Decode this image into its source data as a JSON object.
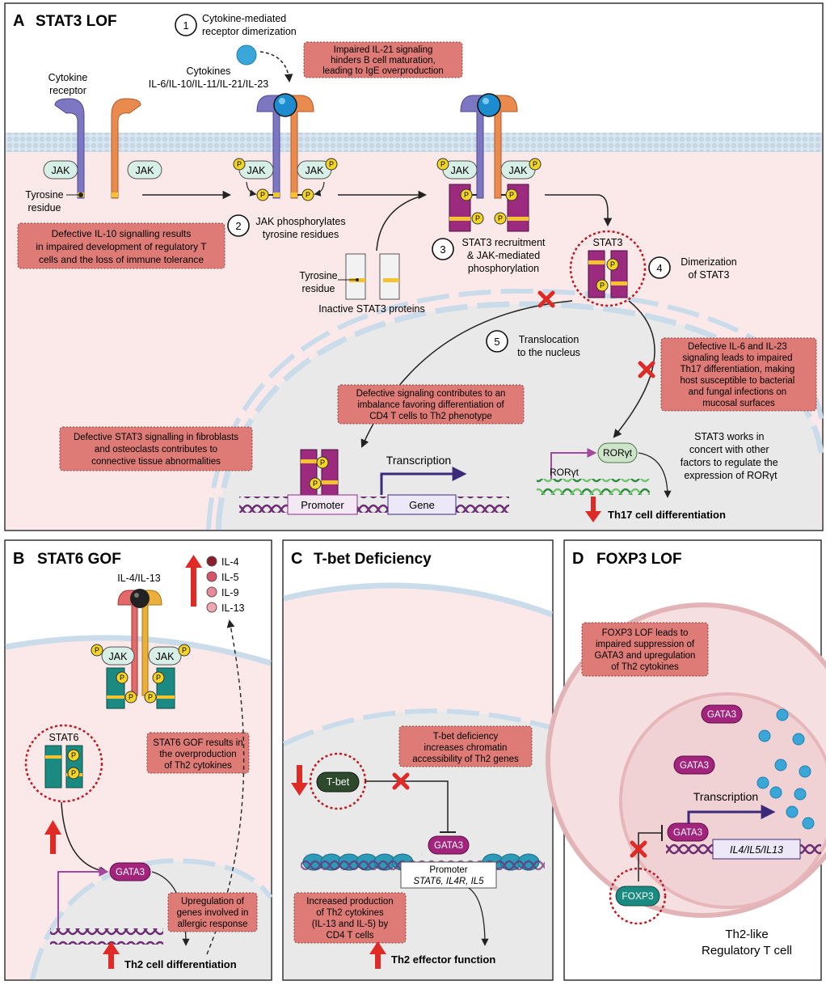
{
  "panelA": {
    "letter": "A",
    "title": "STAT3 LOF",
    "step1": {
      "num": "1",
      "line1": "Cytokine-mediated",
      "line2": "receptor dimerization"
    },
    "cytokines": {
      "line1": "Cytokines",
      "line2": "IL-6/IL-10/IL-11/IL-21/IL-23"
    },
    "receptor_label": {
      "line1": "Cytokine",
      "line2": "receptor"
    },
    "jak": "JAK",
    "p": "P",
    "tyrosine": {
      "line1": "Tyrosine",
      "line2": "residue"
    },
    "step2": {
      "num": "2",
      "line1": "JAK phosphorylates",
      "line2": "tyrosine residues"
    },
    "step3": {
      "num": "3",
      "line1": "STAT3 recruitment",
      "line2": "& JAK-mediated",
      "line3": "phosphorylation"
    },
    "step4": {
      "num": "4",
      "line1": "Dimerization",
      "line2": "of STAT3"
    },
    "step5": {
      "num": "5",
      "line1": "Translocation",
      "line2": "to the nucleus"
    },
    "stat3": "STAT3",
    "inactive_stat3": "Inactive STAT3 proteins",
    "box_il21": {
      "line1": "Impaired IL-21 signaling",
      "line2": "hinders B cell maturation,",
      "line3": "leading to IgE overproduction"
    },
    "box_il10": {
      "line1": "Defective IL-10 signalling results",
      "line2": "in impaired development of regulatory T",
      "line3": "cells and the loss of immune tolerance"
    },
    "box_il6": {
      "line1": "Defective IL-6 and IL-23",
      "line2": "signaling leads to impaired",
      "line3": "Th17 differentiation, making",
      "line4": "host susceptible to bacterial",
      "line5": "and fungal infections on",
      "line6": "mucosal surfaces"
    },
    "box_th2": {
      "line1": "Defective signaling contributes to an",
      "line2": "imbalance favoring differentiation of",
      "line3": "CD4 T cells to Th2 phenotype"
    },
    "box_fibro": {
      "line1": "Defective STAT3 signalling in fibroblasts",
      "line2": "and osteoclasts contributes to",
      "line3": "connective tissue abnormalities"
    },
    "transcription": "Transcription",
    "promoter": "Promoter",
    "gene": "Gene",
    "roryt": "RORγt",
    "roryt_note": {
      "line1": "STAT3 works in",
      "line2": "concert with other",
      "line3": "factors to regulate the",
      "line4": "expression of RORγt"
    },
    "th17": "Th17 cell differentiation"
  },
  "panelB": {
    "letter": "B",
    "title": "STAT6 GOF",
    "ligand": "IL-4/IL-13",
    "cytokines": [
      "IL-4",
      "IL-5",
      "IL-9",
      "IL-13"
    ],
    "cytokine_colors": [
      "#8b1d2c",
      "#d9546a",
      "#ea8a98",
      "#f2a6b0"
    ],
    "jak": "JAK",
    "p": "P",
    "stat6": "STAT6",
    "box_gof": {
      "line1": "STAT6 GOF results in",
      "line2": "the overproduction",
      "line3": "of Th2 cytokines"
    },
    "gata3": "GATA3",
    "box_upreg": {
      "line1": "Upregulation of",
      "line2": "genes involved in",
      "line3": "allergic response"
    },
    "th2": "Th2 cell differentiation"
  },
  "panelC": {
    "letter": "C",
    "title": "T-bet Deficiency",
    "tbet": "T-bet",
    "box_tbet": {
      "line1": "T-bet deficiency",
      "line2": "increases chromatin",
      "line3": "accessibility of Th2 genes"
    },
    "gata3": "GATA3",
    "promoter": "Promoter",
    "promoter_genes": "STAT6, IL4R, IL5",
    "box_prod": {
      "line1": "Increased production",
      "line2": "of Th2 cytokines",
      "line3": "(IL-13 and IL-5) by",
      "line4": "CD4 T cells"
    },
    "effector": "Th2 effector function"
  },
  "panelD": {
    "letter": "D",
    "title": "FOXP3 LOF",
    "box_foxp3": {
      "line1": "FOXP3 LOF leads to",
      "line2": "impaired suppression of",
      "line3": "GATA3 and upregulation",
      "line4": "of Th2 cytokines"
    },
    "gata3": "GATA3",
    "transcription": "Transcription",
    "genes": "IL4/IL5/IL13",
    "foxp3": "FOXP3",
    "cell": {
      "line1": "Th2-like",
      "line2": "Regulatory T cell"
    }
  },
  "colors": {
    "note_box": "#de7b76",
    "cytoplasm": "#fbe9ea",
    "nucleus": "#e8e8e8",
    "stat3": "#9c2a7f",
    "stat6": "#1b8a80",
    "jak": "#d7efe6",
    "phospho": "#f5d523",
    "inhibition": "#e02a25",
    "dna": "#8b2d86"
  }
}
